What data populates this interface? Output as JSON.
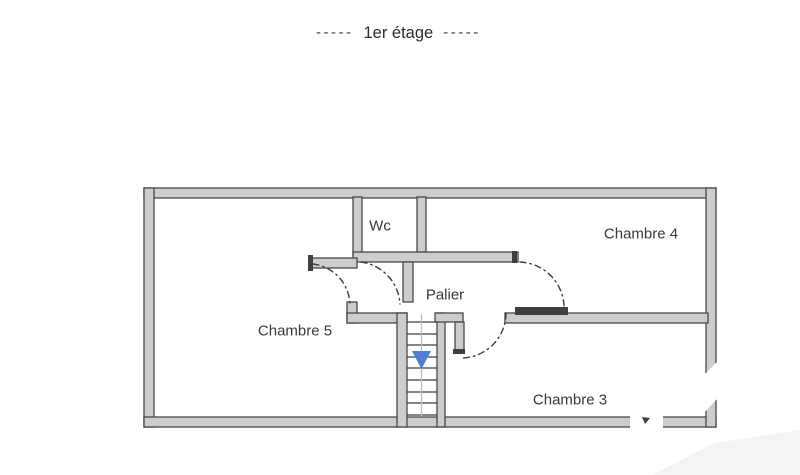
{
  "title": {
    "dash": "-----",
    "text": "1er étage"
  },
  "rooms": {
    "wc": {
      "label": "Wc"
    },
    "chambre4": {
      "label": "Chambre 4"
    },
    "palier": {
      "label": "Palier"
    },
    "chambre5": {
      "label": "Chambre 5"
    },
    "chambre3": {
      "label": "Chambre 3"
    }
  },
  "icons": {
    "stairs_down_arrow": "▼"
  },
  "colors": {
    "wall_fill": "#cdcdcd",
    "wall_stroke": "#484848",
    "label_text": "#383838",
    "stair_arrow": "#4d7fd2",
    "stair_guide_line": "#a3c0e6",
    "background": "#ffffff"
  }
}
